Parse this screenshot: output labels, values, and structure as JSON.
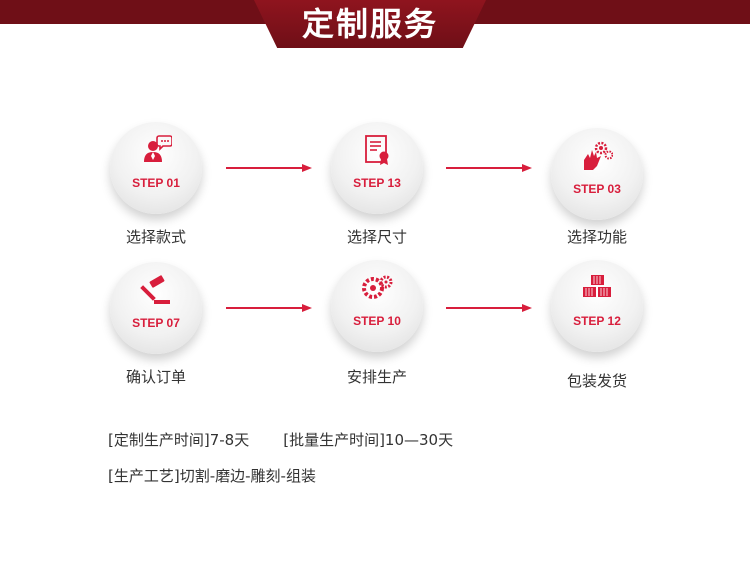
{
  "header": {
    "title": "定制服务"
  },
  "steps": [
    {
      "label": "STEP 01",
      "caption": "选择款式",
      "icon": "customer-service-icon"
    },
    {
      "label": "STEP 13",
      "caption": "选择尺寸",
      "icon": "certificate-icon"
    },
    {
      "label": "STEP 03",
      "caption": "选择功能",
      "icon": "hand-gears-icon"
    },
    {
      "label": "STEP 07",
      "caption": "确认订单",
      "icon": "gavel-icon"
    },
    {
      "label": "STEP 10",
      "caption": "安排生产",
      "icon": "gears-icon"
    },
    {
      "label": "STEP 12",
      "caption": "包装发货",
      "icon": "containers-icon"
    }
  ],
  "info": {
    "custom_time": "[定制生产时间]7-8天",
    "bulk_time": "[批量生产时间]10—30天",
    "process": "[生产工艺]切割-磨边-雕刻-组装"
  },
  "colors": {
    "accent": "#d81e3c",
    "header_bg": "#6f0f17",
    "text": "#333333"
  }
}
